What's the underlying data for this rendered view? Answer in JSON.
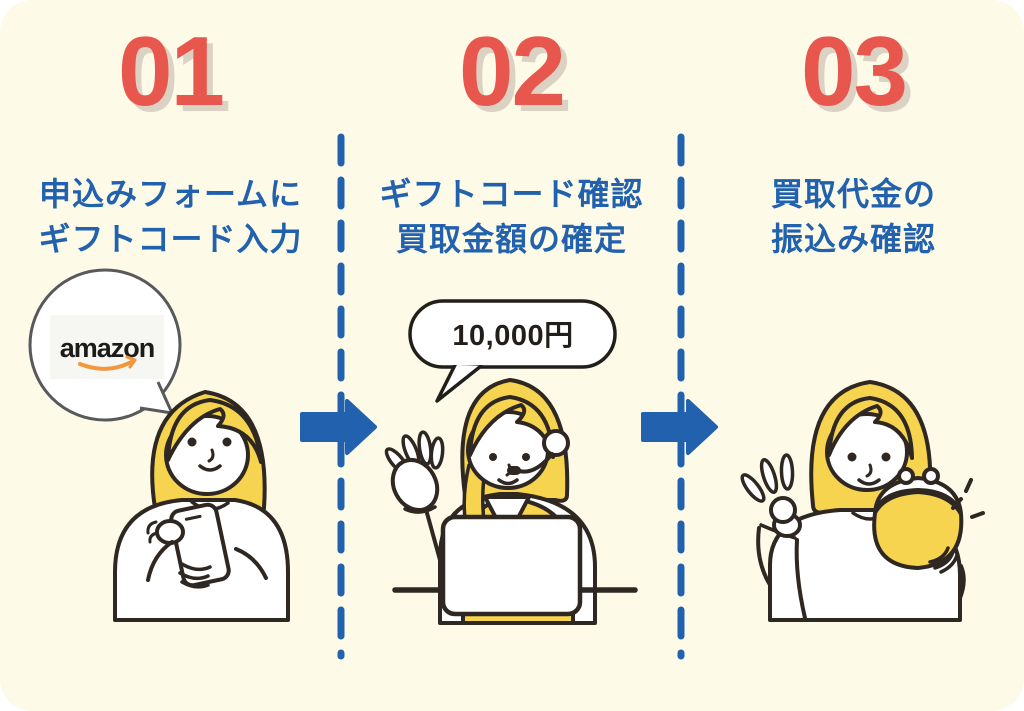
{
  "colors": {
    "background": "#FDFAE8",
    "accent_blue": "#2161AE",
    "accent_red": "#E8574D",
    "number_shadow": "#DBD2C3",
    "outline": "#2E2722",
    "hair_yellow": "#F6D44F",
    "amazon_orange": "#F3973C",
    "bubble_gray_stroke": "#58595B"
  },
  "steps": [
    {
      "number": "01",
      "title_line1": "申込みフォームに",
      "title_line2": "ギフトコード入力",
      "bubble_label": "amazon",
      "illustration": "woman entering gift code on smartphone"
    },
    {
      "number": "02",
      "title_line1": "ギフトコード確認",
      "title_line2": "買取金額の確定",
      "bubble_label": "10,000円",
      "illustration": "support operator with headset at laptop"
    },
    {
      "number": "03",
      "title_line1": "買取代金の",
      "title_line2": "振込み確認",
      "illustration": "woman holding coin purse making OK sign"
    }
  ]
}
